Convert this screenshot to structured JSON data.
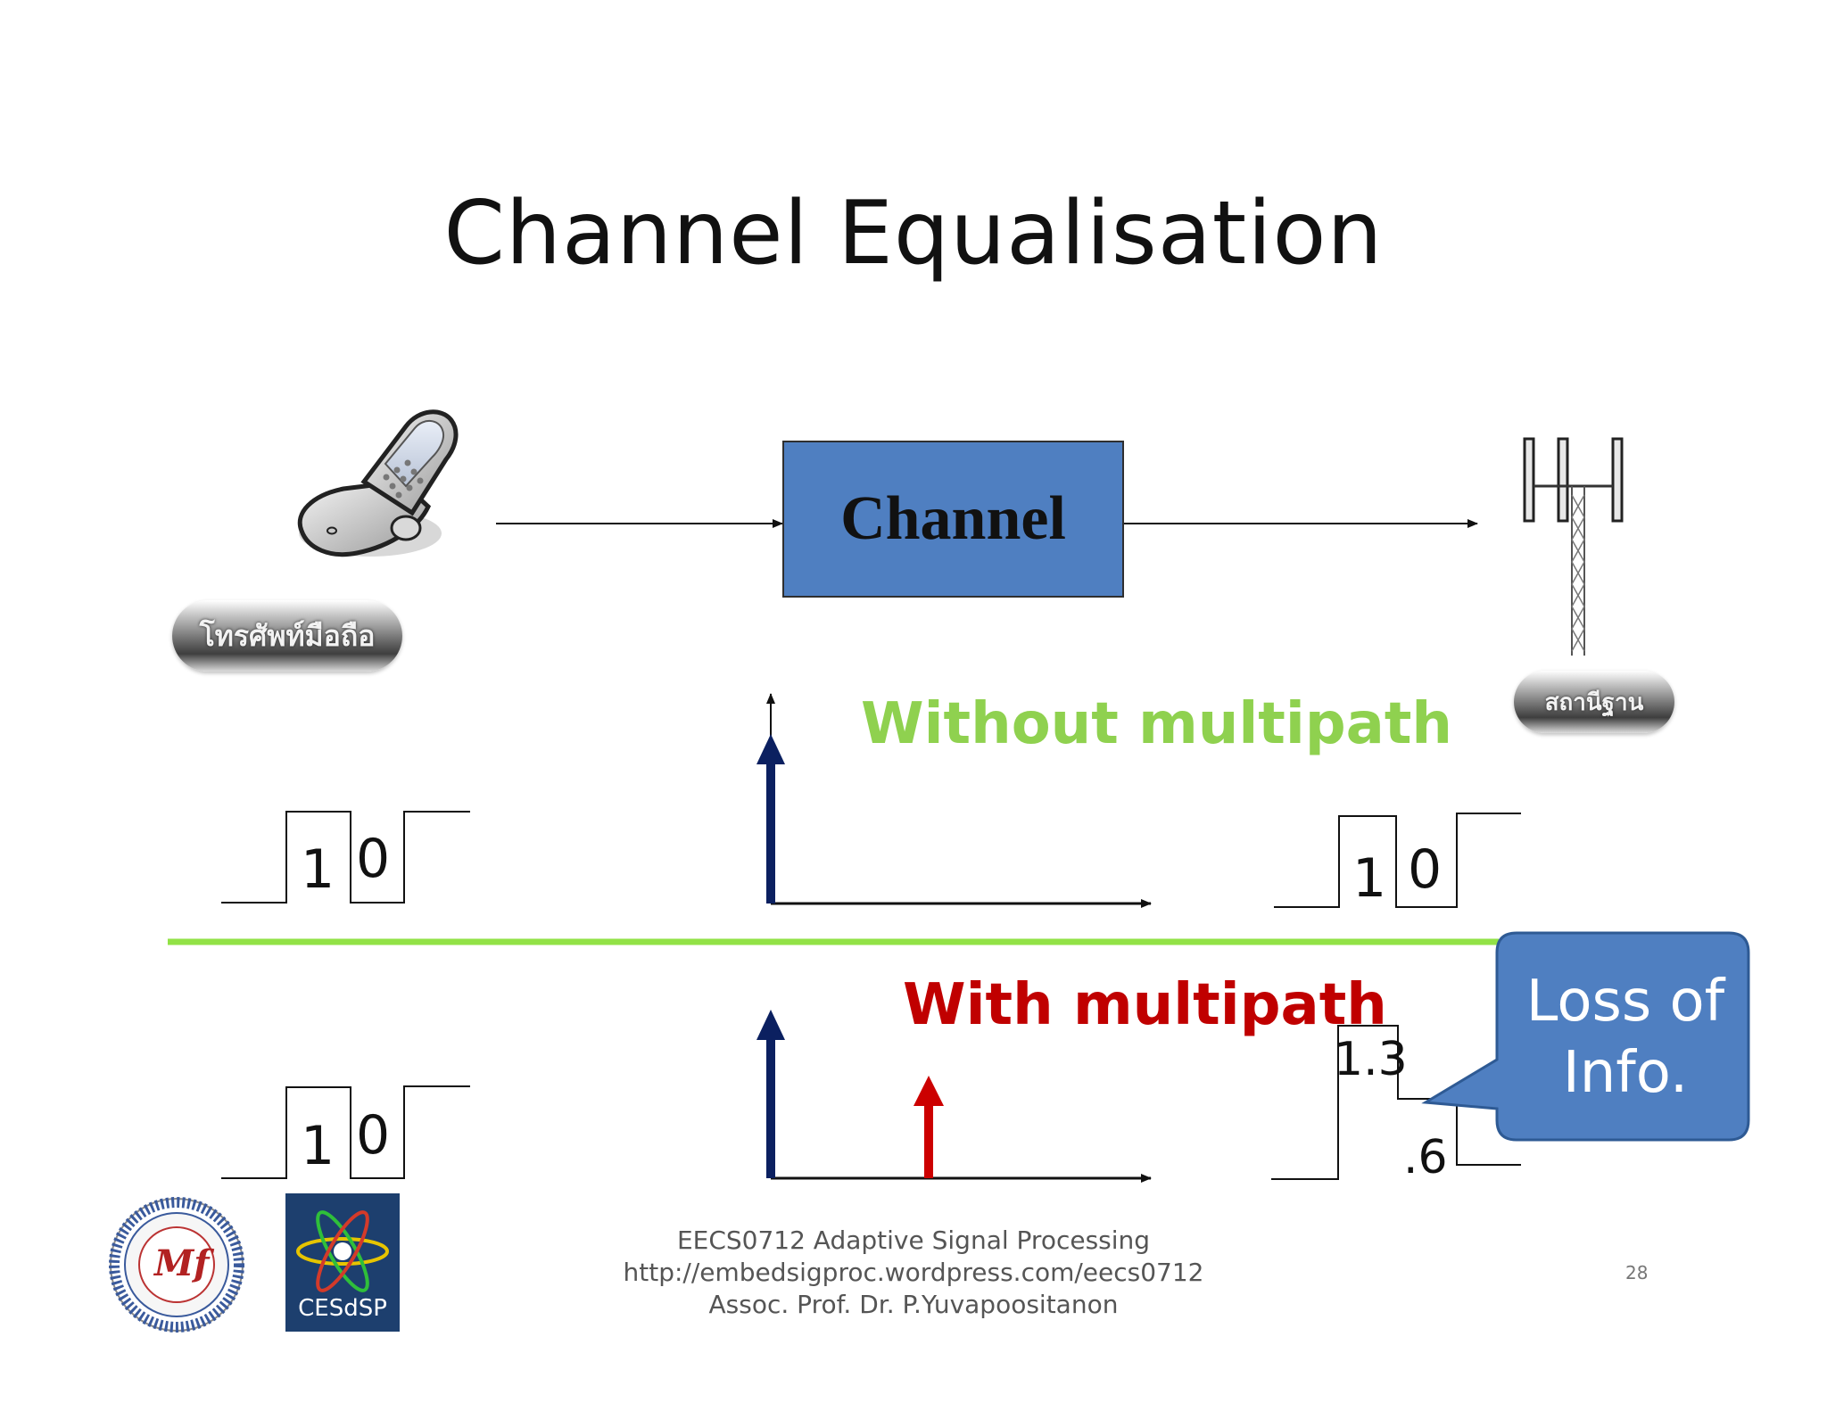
{
  "slide": {
    "title": "Channel Equalisation",
    "channel_label": "Channel",
    "phone_label": "โทรศัพท์มือถือ",
    "station_label": "สถานีฐาน",
    "without_label": "Without multipath",
    "with_label": "With multipath",
    "callout": {
      "line1": "Loss of",
      "line2": "Info."
    },
    "colors": {
      "channel_box": "#4f7fc1",
      "without_text": "#8fd14f",
      "with_text": "#c00000",
      "divider": "#92e246",
      "primary_arrow": "#0b2060",
      "echo_arrow": "#cc0000",
      "callout": "#4f7fc1"
    },
    "signals": {
      "tx_top": {
        "bit1": "1",
        "bit0": "0"
      },
      "rx_top": {
        "bit1": "1",
        "bit0": "0"
      },
      "tx_bottom": {
        "bit1": "1",
        "bit0": "0"
      },
      "rx_bottom": {
        "high": "1.3",
        "low": ".6"
      }
    },
    "icons": [
      "mobile-phone-icon",
      "antenna-tower-icon",
      "university-seal-logo",
      "cesdsp-logo"
    ]
  },
  "footer": {
    "course": "EECS0712 Adaptive Signal Processing",
    "url": "http://embedsigproc.wordpress.com/eecs0712",
    "author": "Assoc. Prof. Dr. P.Yuvapoositanon",
    "page": "28"
  },
  "logos": {
    "seal_initials": "Mf",
    "cesdsp": "CESdSP"
  }
}
